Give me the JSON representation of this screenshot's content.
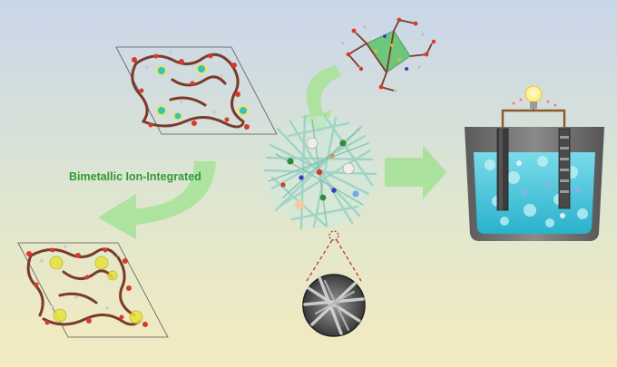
{
  "figure": {
    "caption": "Bimetallic Ion-Integrated",
    "background_top": "#c9d6ea",
    "background_bottom": "#f4ebc0",
    "arrow_color": "#a8e29a",
    "caption_color": "#2f9b35",
    "electrolyte_color": "#4ec9de",
    "container_color": "#6e6e6e",
    "bulb_color": "#ffe86b",
    "wire_color": "#8a5a2b"
  },
  "icons": [
    "mof-crystal-top",
    "mof-crystal-bottom",
    "metal-cluster",
    "nanofiber-ball",
    "sem-zoom-circle",
    "battery-cell",
    "light-bulb"
  ]
}
